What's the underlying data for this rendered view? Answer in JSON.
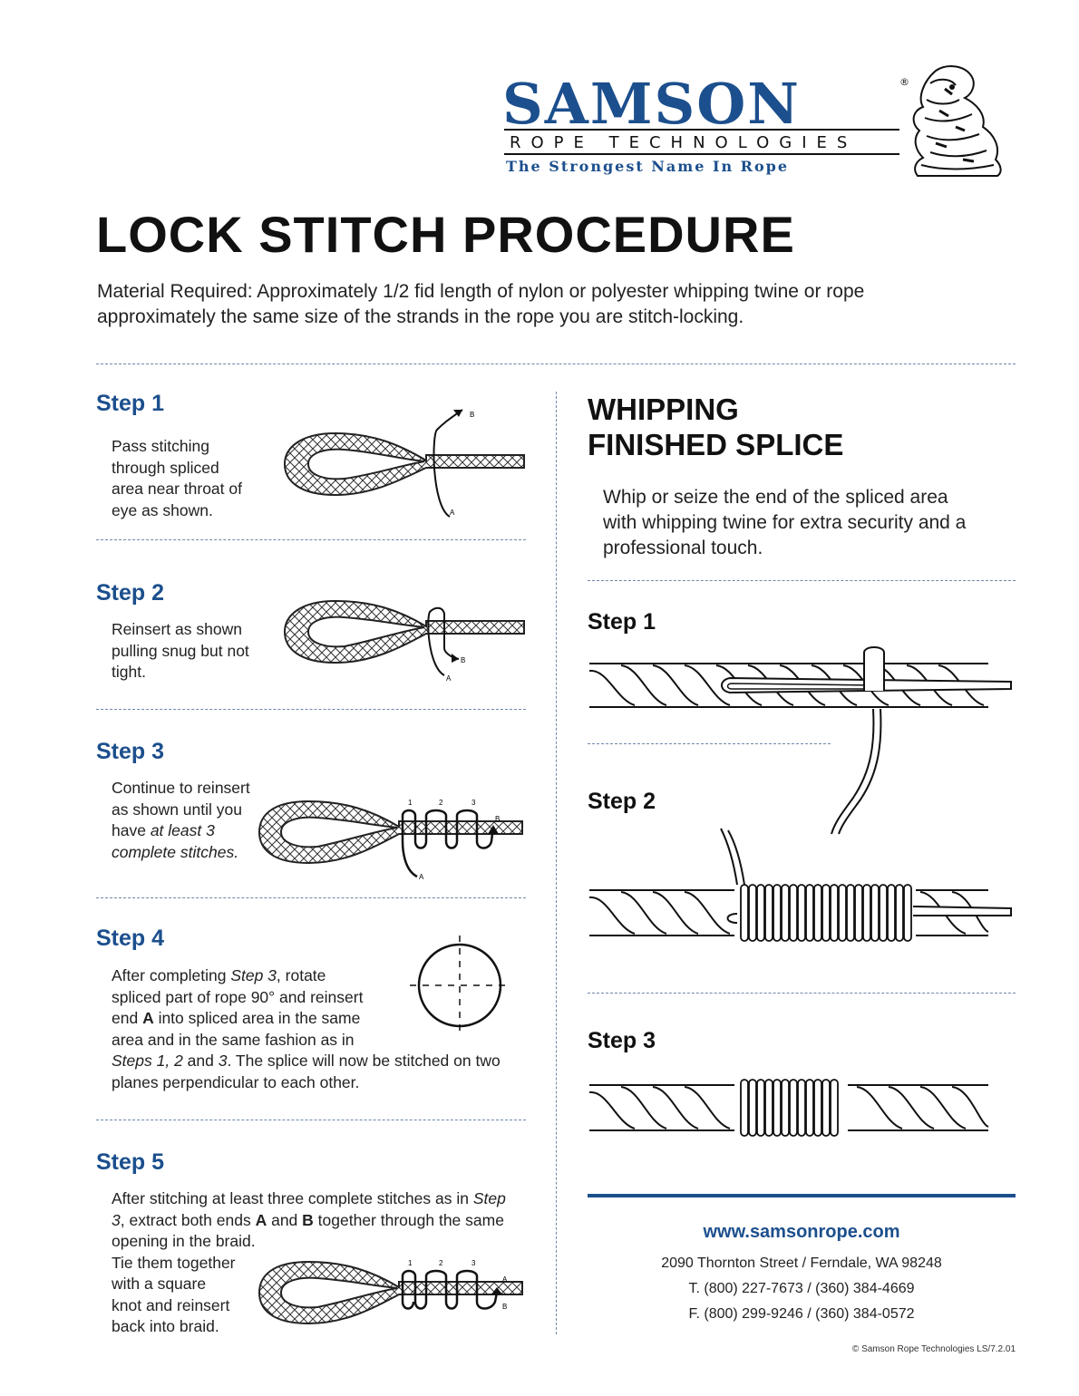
{
  "logo": {
    "name": "SAMSON",
    "registered": "®",
    "subtitle": "ROPE TECHNOLOGIES",
    "tagline": "The Strongest Name In Rope"
  },
  "title": "LOCK STITCH PROCEDURE",
  "material": {
    "line1": "Material Required: Approximately 1/2 fid length of nylon or polyester whipping twine or rope",
    "line2": "approximately the same size of the strands in the rope you are stitch-locking."
  },
  "lock_steps": [
    {
      "title": "Step 1",
      "lines": [
        "Pass stitching",
        "through spliced",
        "area near throat of",
        "eye as shown."
      ]
    },
    {
      "title": "Step 2",
      "lines": [
        "Reinsert as shown",
        "pulling snug but not",
        "tight."
      ]
    },
    {
      "title": "Step 3",
      "lines": [
        "Continue to reinsert",
        "as shown until you",
        "have ",
        "at least 3",
        "complete stitches."
      ]
    },
    {
      "title": "Step 4",
      "lines": [
        "After completing ",
        "Step 3",
        ", rotate",
        "spliced part of rope 90° and reinsert",
        "end ",
        "A",
        " into spliced area in the same",
        "area and in the same fashion as in",
        "Steps 1, 2",
        " and ",
        "3",
        ". The splice will now be stitched on two",
        "planes perpendicular to each other."
      ]
    },
    {
      "title": "Step 5",
      "lines": [
        "After stitching at least three complete stitches as in ",
        "Step",
        "3",
        ", extract both ends ",
        "A",
        " and ",
        "B",
        " together through the same",
        "opening in the braid.",
        "Tie them together",
        "with a square",
        "knot and reinsert",
        "back into braid."
      ]
    }
  ],
  "diagram_labels": {
    "a": "A",
    "b": "B",
    "n1": "1",
    "n2": "2",
    "n3": "3"
  },
  "whipping": {
    "title_line1": "WHIPPING",
    "title_line2": "FINISHED SPLICE",
    "text": [
      "Whip or seize the end of the spliced area",
      "with whipping twine for extra security and a",
      "professional touch."
    ],
    "steps": [
      "Step 1",
      "Step 2",
      "Step 3"
    ]
  },
  "footer": {
    "url": "www.samsonrope.com",
    "address": "2090 Thornton Street / Ferndale, WA 98248",
    "phone": "T. (800) 227-7673 / (360) 384-4669",
    "fax": "F. (800) 299-9246 / (360) 384-0572",
    "copyright": "© Samson Rope Technologies LS/7.2.01"
  },
  "colors": {
    "brand_blue": "#1c4f8d",
    "dash_blue": "#6f86aa"
  }
}
